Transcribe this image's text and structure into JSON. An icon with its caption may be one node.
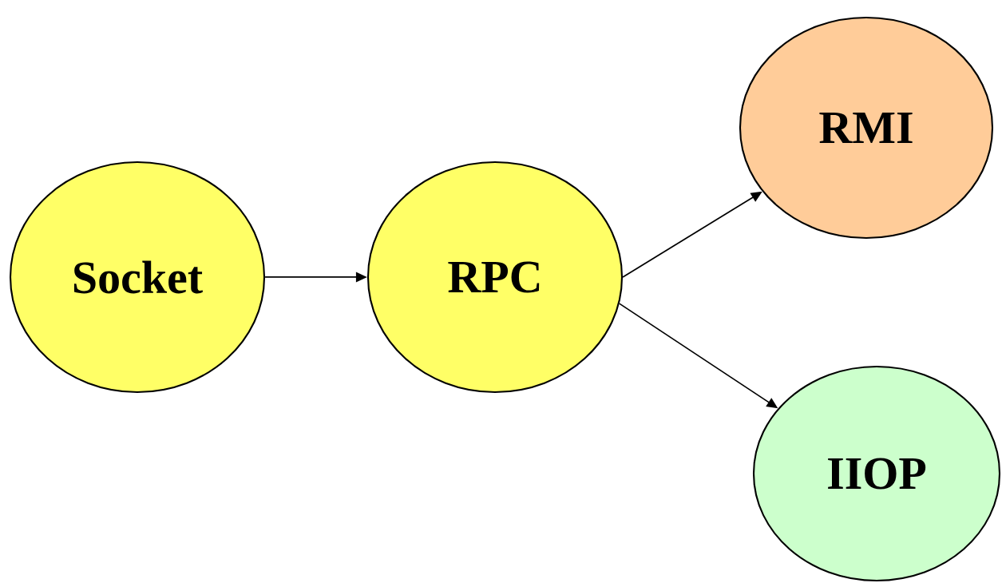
{
  "diagram": {
    "nodes": [
      {
        "text": [
          "Socket"
        ]
      },
      {
        "text": [
          "RPC"
        ]
      },
      {
        "text": [
          "RMI"
        ]
      },
      {
        "text": [
          "IIOP"
        ]
      }
    ],
    "edges": [
      {
        "from": 0,
        "to": 1,
        "arrow": "to"
      },
      {
        "from": 1,
        "to": 2,
        "arrow": "to"
      },
      {
        "from": 1,
        "to": 3,
        "arrow": "to"
      }
    ]
  }
}
